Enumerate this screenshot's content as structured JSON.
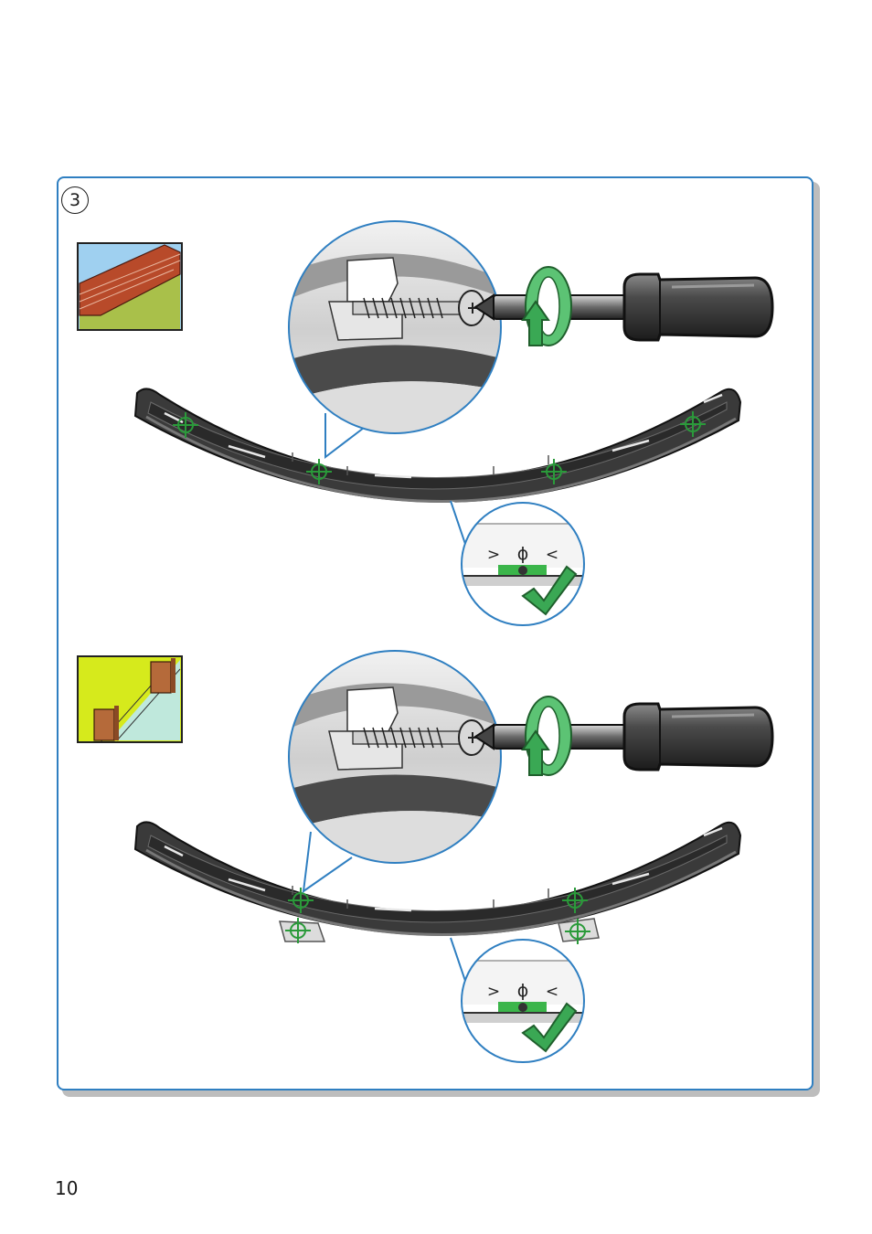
{
  "step": {
    "number": "3"
  },
  "footer": {
    "page_number": "10"
  },
  "level_indicator": {
    "left": ">",
    "center": "ϕ",
    "right": "<"
  },
  "colors": {
    "panel_border": "#2f7fc1",
    "mark_green": "#2a9a3a",
    "arrow_green": "#4bbf64",
    "bracket_dark": "#3a3a3a",
    "brick": "#b84a2a",
    "sky": "#9fd0f0",
    "grass": "#a9c04a",
    "wood": "#b56a3a",
    "plaster_yellow": "#d6ea1c",
    "plaster_light": "#bfe8dc"
  },
  "icons": [
    "brick-wall-icon",
    "stud-wall-icon",
    "screwdriver-icon",
    "rotate-arrow-icon",
    "crosshair-icon",
    "checkmark-icon",
    "wall-anchor-icon",
    "zoom-callout-icon",
    "level-bubble-icon"
  ],
  "sections": [
    {
      "wall_type_icon": "brick-wall-icon",
      "crosshair_count": 4,
      "anchor_count": 0
    },
    {
      "wall_type_icon": "stud-wall-icon",
      "crosshair_count": 4,
      "anchor_count": 2
    }
  ]
}
